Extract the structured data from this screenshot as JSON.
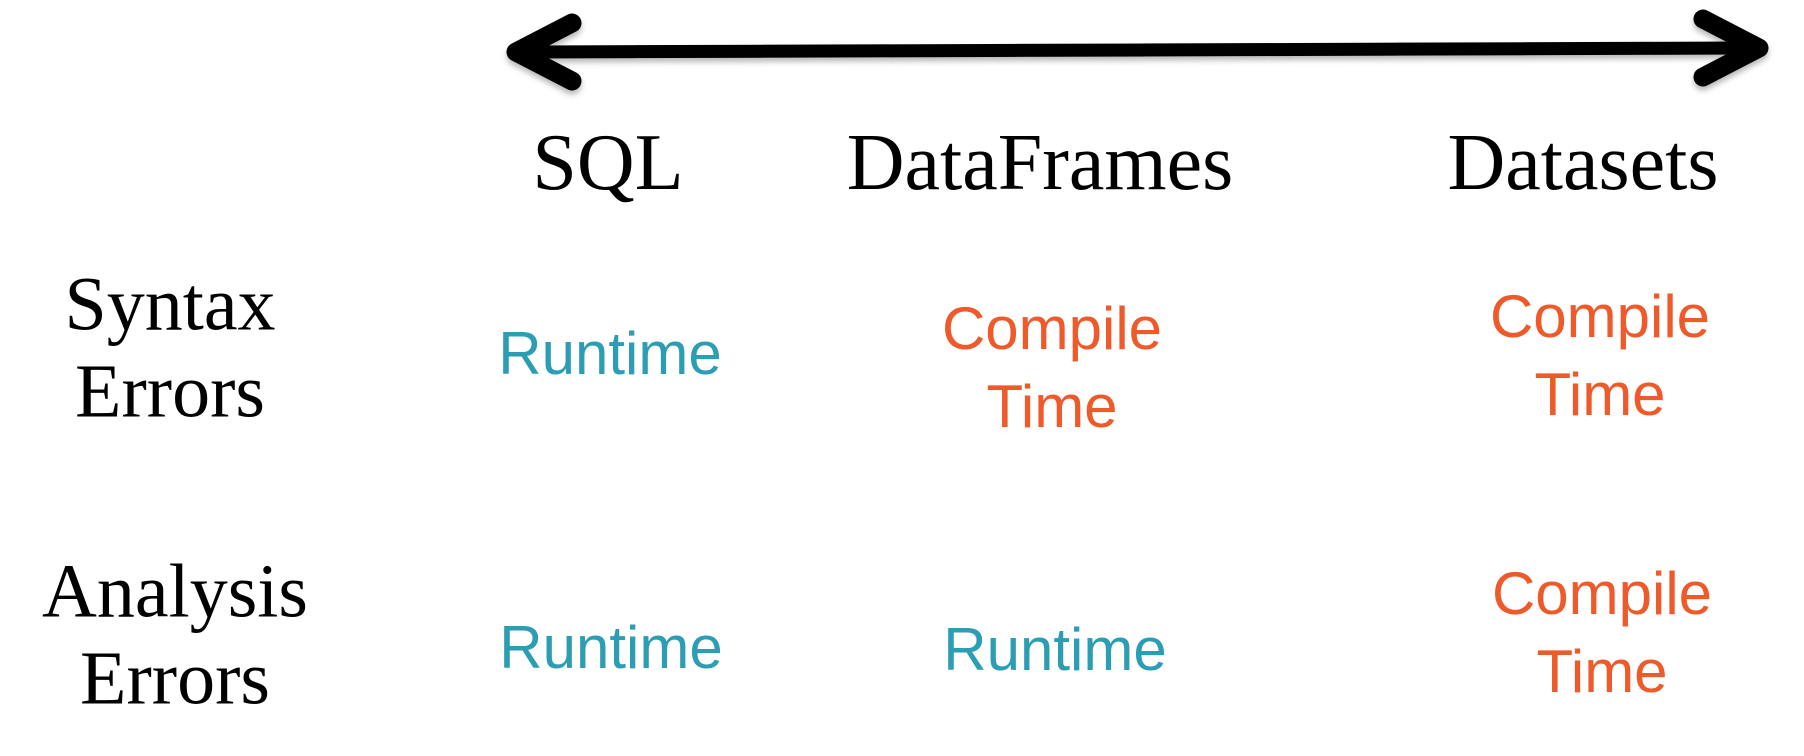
{
  "colors": {
    "runtime": "#2B9EB3",
    "compile": "#EE5A29",
    "header_text": "#000000",
    "arrow": "#000000"
  },
  "spectrum_arrow": {
    "icon": "double-headed-horizontal-arrow"
  },
  "table": {
    "column_headers": [
      "SQL",
      "DataFrames",
      "Datasets"
    ],
    "row_headers": [
      "Syntax Errors",
      "Analysis Errors"
    ],
    "cells": {
      "syntax_sql": "Runtime",
      "syntax_dataframes": "Compile Time",
      "syntax_datasets": "Compile Time",
      "analysis_sql": "Runtime",
      "analysis_dataframes": "Runtime",
      "analysis_datasets": "Compile Time"
    }
  },
  "chart_data": {
    "type": "table",
    "columns": [
      "",
      "SQL",
      "DataFrames",
      "Datasets"
    ],
    "rows": [
      [
        "Syntax Errors",
        "Runtime",
        "Compile Time",
        "Compile Time"
      ],
      [
        "Analysis Errors",
        "Runtime",
        "Runtime",
        "Compile Time"
      ]
    ],
    "legend": {
      "Runtime": "teal #2B9EB3",
      "Compile Time": "orange #EE5A29"
    },
    "annotations": [
      "double-headed arrow spanning the three API columns at top"
    ]
  }
}
